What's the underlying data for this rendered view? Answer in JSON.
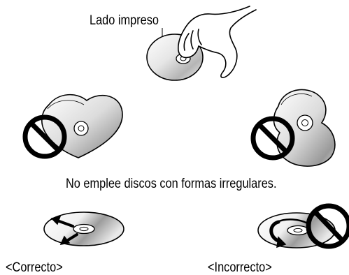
{
  "labels": {
    "printed_side": "Lado impreso",
    "irregular_warning": "No emplee discos con formas irregulares.",
    "correct": "<Correcto>",
    "incorrect": "<Incorrecto>"
  },
  "colors": {
    "line": "#000000",
    "disc_light": "#f4f4f4",
    "disc_mid": "#c8c8c8",
    "disc_dark": "#8a8a8a",
    "background": "#ffffff"
  },
  "icons": {
    "hand": "hand-icon",
    "prohibition": "prohibition-icon",
    "arrow_outward": "arrow-icon",
    "arrow_circular": "circular-arrow-icon"
  }
}
